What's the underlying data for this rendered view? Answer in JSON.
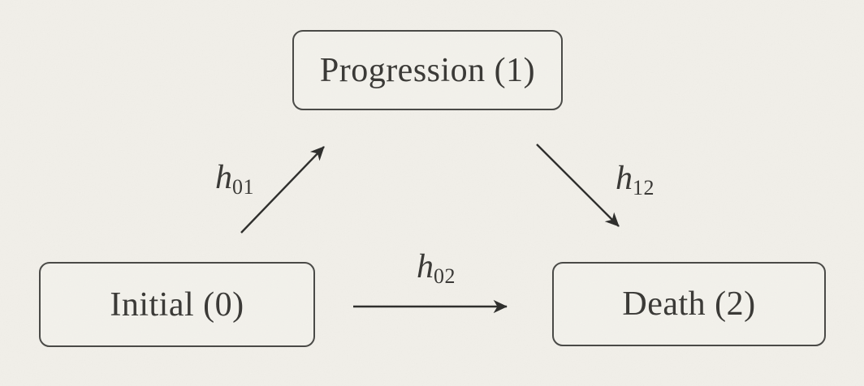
{
  "diagram": {
    "type": "state-transition-diagram",
    "nodes": [
      {
        "id": "initial",
        "label": "Initial (0)"
      },
      {
        "id": "progression",
        "label": "Progression (1)"
      },
      {
        "id": "death",
        "label": "Death (2)"
      }
    ],
    "edges": [
      {
        "id": "h01",
        "from": "Initial (0)",
        "to": "Progression (1)",
        "symbol": "h",
        "subscript": "01"
      },
      {
        "id": "h02",
        "from": "Initial (0)",
        "to": "Death (2)",
        "symbol": "h",
        "subscript": "02"
      },
      {
        "id": "h12",
        "from": "Progression (1)",
        "to": "Death (2)",
        "symbol": "h",
        "subscript": "12"
      }
    ],
    "colors": {
      "background": "#f4f2ec",
      "node_border": "#4a4a47",
      "text": "#3b3a37",
      "arrow": "#2f2f2d"
    }
  }
}
